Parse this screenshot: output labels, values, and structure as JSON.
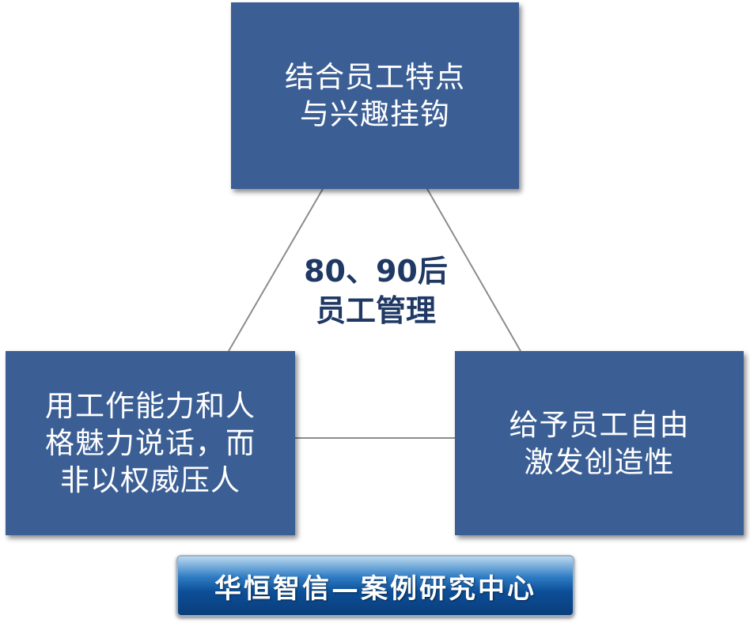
{
  "colors": {
    "box_fill": "#3b5f95",
    "box_text": "#ffffff",
    "center_text": "#1f3864",
    "connector": "#8c8c8c",
    "banner_text": "#ffffff"
  },
  "center": {
    "line1": "80、90后",
    "line2": "员工管理"
  },
  "nodes": {
    "top": {
      "line1": "结合员工特点",
      "line2": "与兴趣挂钩"
    },
    "left": {
      "line1": "用工作能力和人",
      "line2": "格魅力说话，而",
      "line3": "非以权威压人"
    },
    "right": {
      "line1": "给予员工自由",
      "line2": "激发创造性"
    }
  },
  "banner": {
    "text": "华恒智信—案例研究中心"
  }
}
